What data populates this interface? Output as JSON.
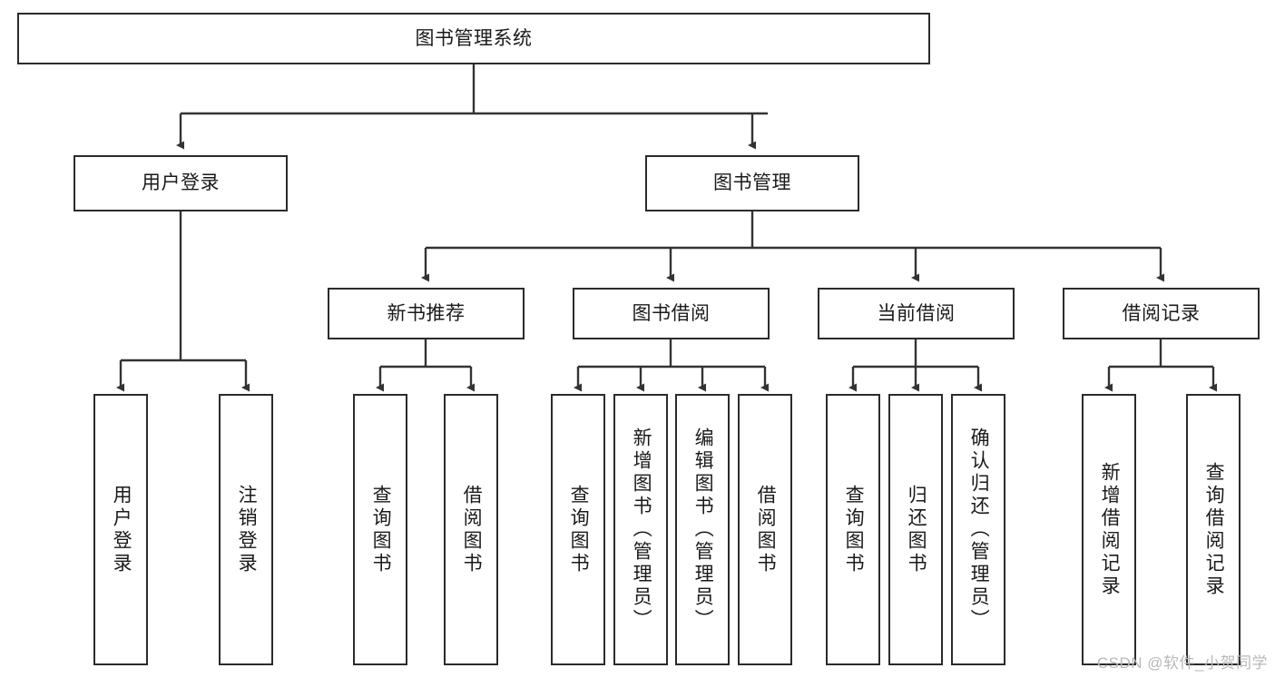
{
  "diagram": {
    "title": "图书管理系统",
    "type": "tree-hierarchy",
    "colors": {
      "box_border": "#2b2b2b",
      "box_fill": "#ffffff",
      "edge": "#333333",
      "text": "#1a1a1a",
      "watermark": "#b8b8b8"
    },
    "root": {
      "label": "图书管理系统"
    },
    "level2": [
      {
        "label": "用户登录"
      },
      {
        "label": "图书管理"
      }
    ],
    "level3": [
      {
        "label": "新书推荐"
      },
      {
        "label": "图书借阅"
      },
      {
        "label": "当前借阅"
      },
      {
        "label": "借阅记录"
      }
    ],
    "leaves": {
      "user_login": [
        {
          "label": "用户登录"
        },
        {
          "label": "注销登录"
        }
      ],
      "new_book_recommend": [
        {
          "label": "查询图书"
        },
        {
          "label": "借阅图书"
        }
      ],
      "book_borrow": [
        {
          "label": "查询图书"
        },
        {
          "label": "新增图书（管理员）"
        },
        {
          "label": "编辑图书（管理员）"
        },
        {
          "label": "借阅图书"
        }
      ],
      "current_borrow": [
        {
          "label": "查询图书"
        },
        {
          "label": "归还图书"
        },
        {
          "label": "确认归还（管理员）"
        }
      ],
      "borrow_record": [
        {
          "label": "新增借阅记录"
        },
        {
          "label": "查询借阅记录"
        }
      ]
    }
  },
  "watermark": {
    "text": "CSDN @软件_小贺同学"
  }
}
